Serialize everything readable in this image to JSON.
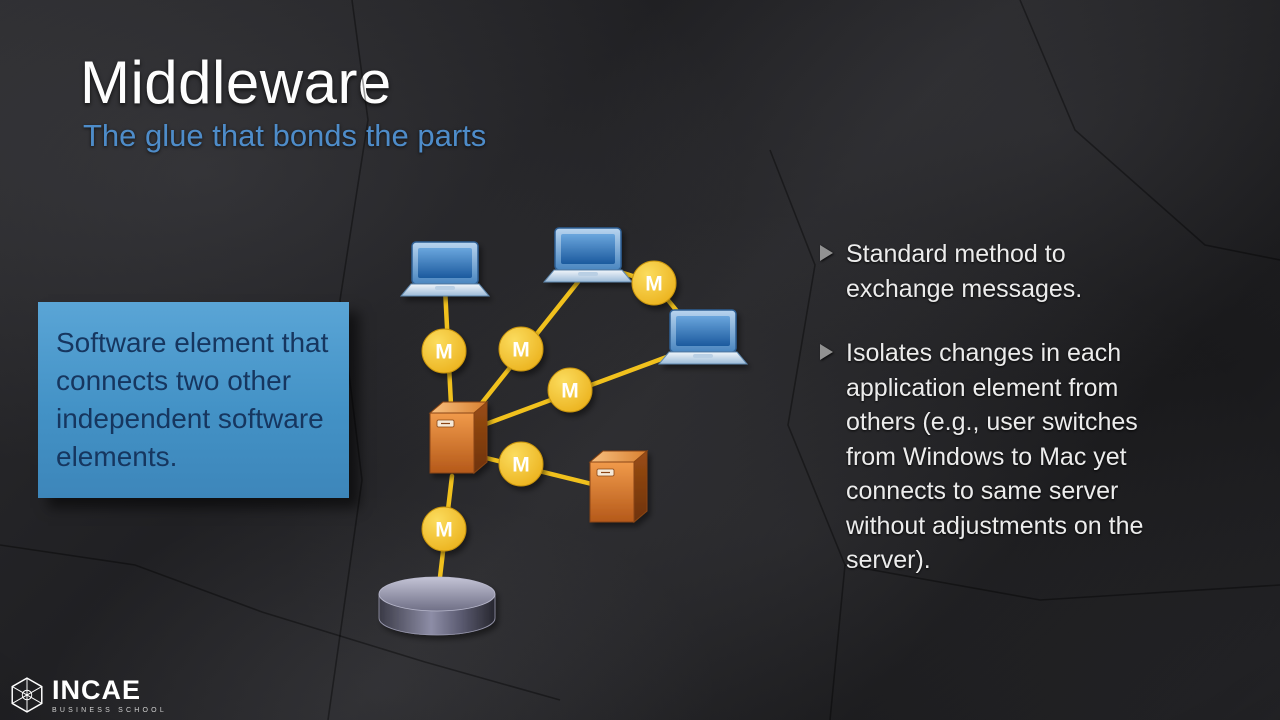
{
  "slide": {
    "title": "Middleware",
    "subtitle": "The glue that bonds the parts"
  },
  "callout": {
    "text": "Software element that connects two other independent software elements."
  },
  "bullets": [
    "Standard method to exchange messages.",
    "Isolates changes in each application element from others (e.g., user switches from Windows to Mac yet connects to same server without adjustments on the server)."
  ],
  "diagram": {
    "middleware_label": "M",
    "colors": {
      "connector_yellow": "#f1c11d",
      "middleware_gold": "#eeb41c",
      "laptop_blue": "#3f7fc1",
      "server_orange": "#d4762b",
      "database_gray": "#5a5a6e"
    }
  },
  "logo": {
    "name": "INCAE",
    "tagline": "BUSINESS SCHOOL"
  }
}
